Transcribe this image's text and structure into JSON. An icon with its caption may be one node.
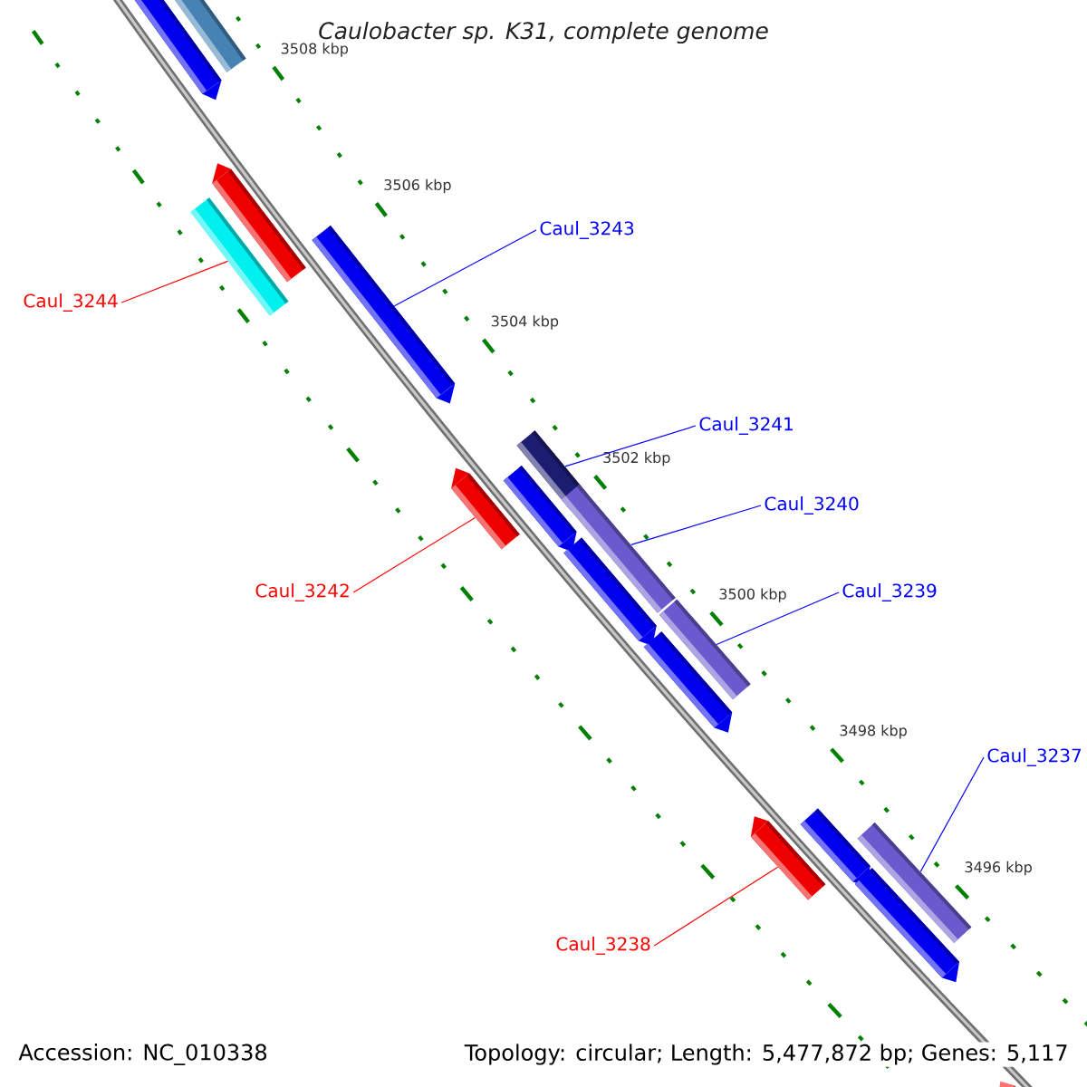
{
  "diagram": {
    "title": "Caulobacter sp. K31, complete genome",
    "nodes": [
      {
        "text": [
          "Caul_3243"
        ]
      },
      {
        "text": [
          "Caul_3244"
        ]
      },
      {
        "text": [
          "Caul_3241"
        ]
      },
      {
        "text": [
          "Caul_3240"
        ]
      },
      {
        "text": [
          "Caul_3242"
        ]
      },
      {
        "text": [
          "Caul_3239"
        ]
      },
      {
        "text": [
          "Caul_3237"
        ]
      },
      {
        "text": [
          "Caul_3238"
        ]
      },
      {
        "text": [],
        "shape": "bar"
      },
      {
        "text": [],
        "shape": "bar"
      },
      {
        "text": [],
        "shape": "bar"
      },
      {
        "text": [],
        "shape": "bar"
      },
      {
        "text": [],
        "shape": "bar"
      },
      {
        "text": [],
        "shape": "bar"
      },
      {
        "text": [],
        "shape": "bar"
      },
      {
        "text": [],
        "shape": "bar"
      },
      {
        "text": [],
        "shape": "bar"
      },
      {
        "text": [],
        "shape": "bar"
      },
      {
        "text": [],
        "shape": "bar"
      },
      {
        "text": [],
        "shape": "bar"
      },
      {
        "text": [],
        "shape": "bar"
      },
      {
        "text": [],
        "shape": "bar"
      },
      {
        "text": [],
        "shape": "bar"
      },
      {
        "text": [],
        "shape": "bar"
      },
      {
        "text": [],
        "shape": "bar"
      }
    ],
    "edges": [
      {
        "from": 0,
        "to": 12,
        "arrow": "none"
      },
      {
        "from": 1,
        "to": 11,
        "arrow": "none",
        "color": "#ff0000"
      },
      {
        "from": 2,
        "to": 14,
        "arrow": "none"
      },
      {
        "from": 3,
        "to": 16,
        "arrow": "none"
      },
      {
        "from": 4,
        "to": 13,
        "arrow": "none",
        "color": "#ff0000"
      },
      {
        "from": 5,
        "to": 18,
        "arrow": "none"
      },
      {
        "from": 6,
        "to": 22,
        "arrow": "none"
      },
      {
        "from": 7,
        "to": 20,
        "arrow": "none",
        "color": "#ff0000"
      }
    ],
    "labels": [
      "3508 kbp",
      "3506 kbp",
      "3504 kbp",
      "3502 kbp",
      "3500 kbp",
      "3498 kbp",
      "3496 kbp",
      "Accession: NC_010338",
      "Topology: circular; Length: 5,477,872 bp; Genes: 5,117"
    ]
  }
}
